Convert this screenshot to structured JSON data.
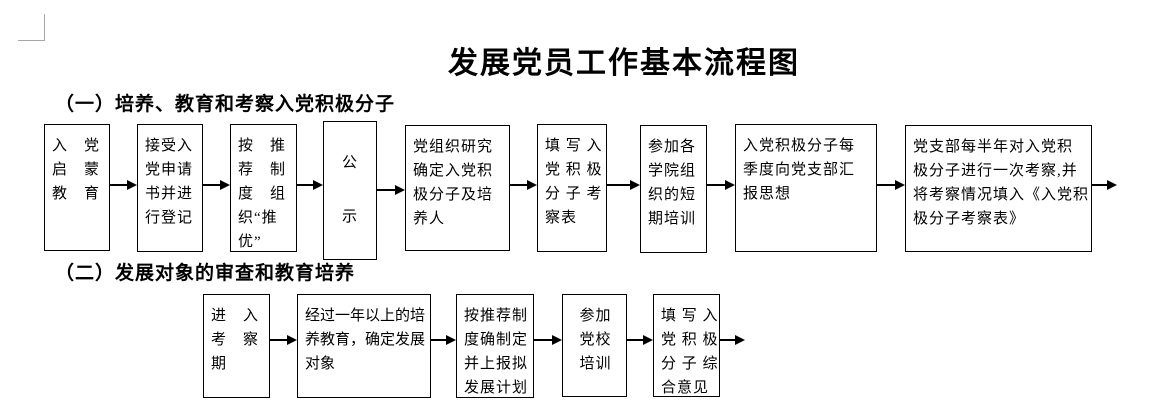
{
  "title": "发展党员工作基本流程图",
  "sections": [
    {
      "heading": "（一）培养、教育和考察入党积极分子",
      "boxes": [
        {
          "text": "入　党\n启　蒙\n教　育"
        },
        {
          "text": "接受入\n党申请\n书并进\n行登记"
        },
        {
          "text": "按　推\n荐　制\n度　组\n织“推\n优”"
        },
        {
          "text": "公\n\n示"
        },
        {
          "text": "党组织研究\n确定入党积\n极分子及培\n养人"
        },
        {
          "text": "填 写 入\n党 积 极\n分 子 考\n察表"
        },
        {
          "text": "参加各\n学院组\n织的短\n期培训"
        },
        {
          "text": "入党积极分子每\n季度向党支部汇\n报思想"
        },
        {
          "text": "党支部每半年对入党积\n极分子进行一次考察,并\n将考察情况填入《入党积\n极分子考察表》"
        }
      ]
    },
    {
      "heading": "（二）发展对象的审查和教育培养",
      "boxes": [
        {
          "text": "进　入\n考　察\n期"
        },
        {
          "text": "经过一年以上的培\n养教育，确定发展\n对象"
        },
        {
          "text": "按推荐制\n度确制定\n并上报拟\n发展计划"
        },
        {
          "text": "参加\n党校\n培训"
        },
        {
          "text": "填 写 入\n党 积 极\n分 子 综\n合意见"
        }
      ]
    }
  ]
}
